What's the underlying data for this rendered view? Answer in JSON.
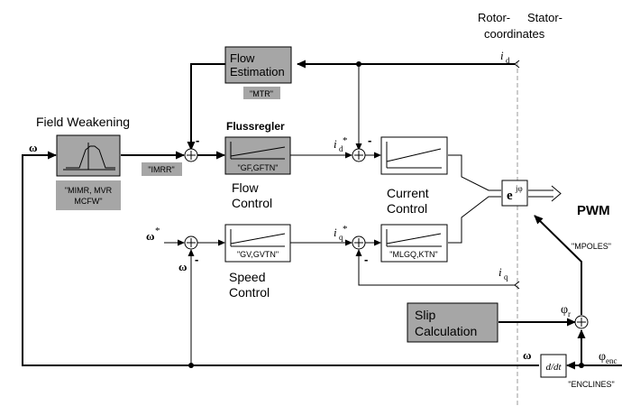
{
  "header": {
    "rotor_label": "Rotor-",
    "stator_label": "Stator-",
    "coordinates_label": "coordinates"
  },
  "blocks": {
    "flow_estimation": {
      "line1": "Flow",
      "line2": "Estimation",
      "param": "\"MTR\""
    },
    "field_weakening": {
      "title": "Field Weakening",
      "param_line1": "\"MIMR, MVR",
      "param_line2": "MCFW\""
    },
    "imrr_param": "\"IMRR\"",
    "flux_controller": {
      "title": "Flussregler",
      "param": "\"GF,GFTN\"",
      "label_line1": "Flow",
      "label_line2": "Control"
    },
    "current_control": {
      "label_line1": "Current",
      "label_line2": "Control"
    },
    "speed_controller": {
      "param": "\"GV,GVTN\"",
      "label_line1": "Speed",
      "label_line2": "Control"
    },
    "iq_controller": {
      "param": "\"MLGQ,KTN\""
    },
    "rotation": {
      "base": "e",
      "exponent": "jφ"
    },
    "slip_calculation": {
      "line1": "Slip",
      "line2": "Calculation"
    },
    "derivative": {
      "text": "d/dt",
      "param": "\"ENCLINES\""
    }
  },
  "outputs": {
    "pwm": "PWM",
    "mpoles": "\"MPOLES\""
  },
  "signals": {
    "id": "i",
    "id_sub": "d",
    "iq": "i",
    "iq_sub": "q",
    "id_star": "i",
    "id_star_sub": "d",
    "iq_star": "i",
    "iq_star_sub": "q",
    "star": "*",
    "omega": "ω",
    "omega_star": "ω",
    "phi_r": "φ",
    "phi_r_sub": "r",
    "phi_enc": "φ",
    "phi_enc_sub": "enc",
    "minus": "-"
  }
}
